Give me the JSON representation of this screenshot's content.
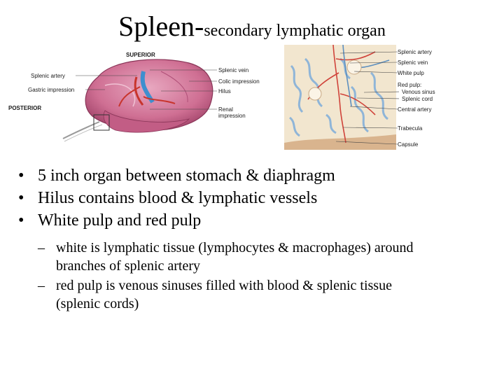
{
  "title": {
    "main": "Spleen-",
    "subtitle": "secondary lymphatic organ"
  },
  "figure_left": {
    "labels": {
      "superior": "SUPERIOR",
      "posterior": "POSTERIOR",
      "splenic_artery": "Splenic artery",
      "gastric_impression": "Gastric impression",
      "splenic_vein": "Splenic vein",
      "colic_impression": "Colic impression",
      "hilus": "Hilus",
      "renal_impression_1": "Renal",
      "renal_impression_2": "impression"
    },
    "colors": {
      "organ": "#cf6f93",
      "organ_light": "#e8a8c0",
      "artery": "#c8342c",
      "vein": "#3e8fcf"
    }
  },
  "figure_right": {
    "labels": {
      "splenic_artery": "Splenic artery",
      "splenic_vein": "Splenic vein",
      "white_pulp": "White pulp",
      "red_pulp": "Red pulp:",
      "venous_sinus": "Venous sinus",
      "splenic_cord": "Splenic cord",
      "central_artery": "Central artery",
      "trabecula": "Trabecula",
      "capsule": "Capsule"
    },
    "colors": {
      "background": "#f2e6cf",
      "sinus": "#8fb5d8",
      "vessel": "#d0433a"
    }
  },
  "bullets": [
    {
      "marker": "•",
      "text": "5 inch organ between stomach & diaphragm"
    },
    {
      "marker": "•",
      "text": "Hilus contains blood & lymphatic vessels"
    },
    {
      "marker": "•",
      "text": "White pulp and red pulp"
    }
  ],
  "sub_bullets": [
    {
      "marker": "–",
      "line1": "white is lymphatic tissue (lymphocytes & macrophages) around",
      "line2": "branches of splenic artery"
    },
    {
      "marker": "–",
      "line1": "red pulp is venous sinuses filled with blood & splenic tissue",
      "line2": "(splenic cords)"
    }
  ]
}
